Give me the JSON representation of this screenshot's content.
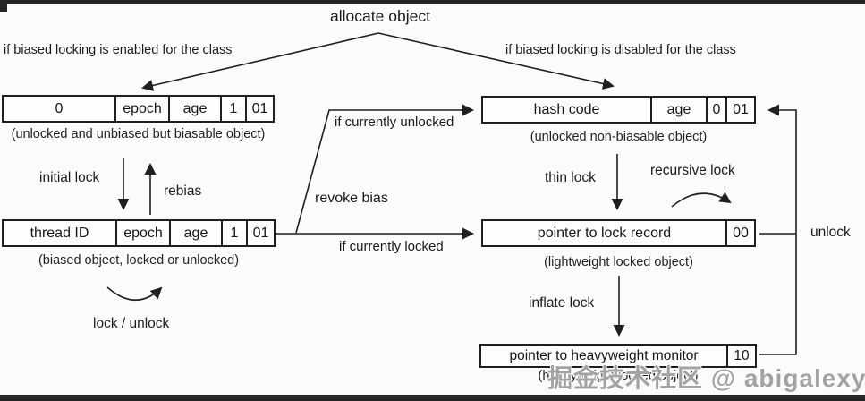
{
  "title": "allocate object",
  "branches": {
    "left_condition": "if biased locking is enabled for the class",
    "right_condition": "if biased locking is disabled for the class"
  },
  "boxes": {
    "biasable": {
      "cells": [
        "0",
        "epoch",
        "age",
        "1",
        "01"
      ],
      "caption": "(unlocked and unbiased but biasable object)"
    },
    "non_biasable": {
      "cells": [
        "hash code",
        "age",
        "0",
        "01"
      ],
      "caption": "(unlocked non-biasable object)"
    },
    "biased": {
      "cells": [
        "thread ID",
        "epoch",
        "age",
        "1",
        "01"
      ],
      "caption": "(biased object, locked or unlocked)"
    },
    "lightweight": {
      "cells": [
        "pointer to lock record",
        "00"
      ],
      "caption": "(lightweight locked object)"
    },
    "heavyweight": {
      "cells": [
        "pointer to heavyweight monitor",
        "10"
      ],
      "caption": "(heavyweight locked object)"
    }
  },
  "labels": {
    "initial_lock": "initial lock",
    "rebias": "rebias",
    "lock_unlock": "lock / unlock",
    "revoke_bias": "revoke bias",
    "if_currently_unlocked": "if currently unlocked",
    "if_currently_locked": "if currently locked",
    "thin_lock": "thin lock",
    "recursive_lock": "recursive lock",
    "inflate_lock": "inflate lock",
    "unlock": "unlock"
  },
  "watermark": "掘金技术社区 @ abigalexy",
  "colors": {
    "line": "#1f1f1f",
    "background": "#fbfbfb",
    "edge_bars": "#262626",
    "watermark": "#8c8c8c"
  }
}
